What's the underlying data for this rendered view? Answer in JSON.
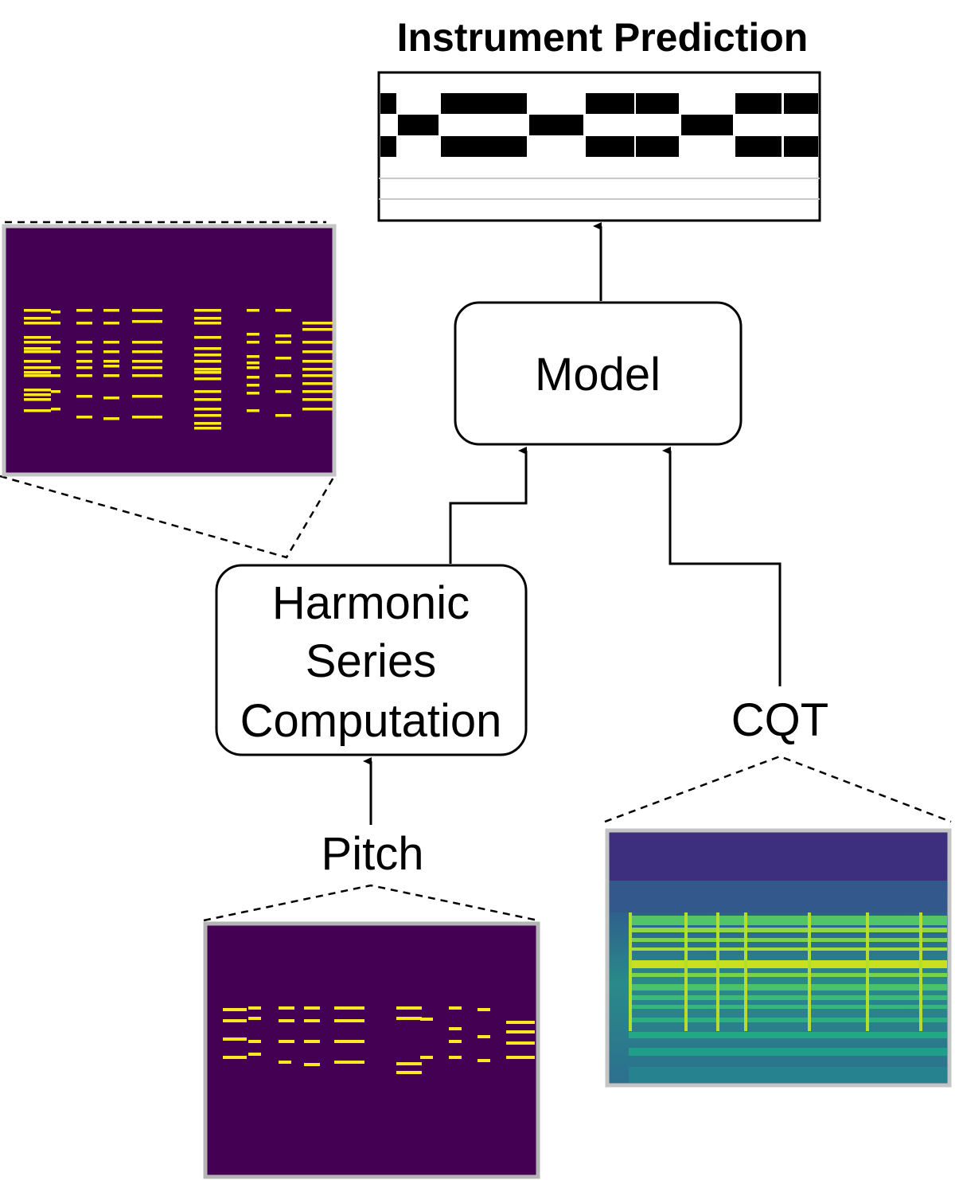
{
  "title": "Instrument Prediction",
  "nodes": {
    "model": "Model",
    "harmonic": [
      "Harmonic",
      "Series",
      "Computation"
    ]
  },
  "inputs": {
    "pitch": "Pitch",
    "cqt": "CQT"
  },
  "colors": {
    "roll_background": "#440154",
    "roll_note": "#FDE725",
    "frame_border": "#c4c4c4",
    "prediction_on": "#000000",
    "prediction_off": "#ffffff"
  }
}
